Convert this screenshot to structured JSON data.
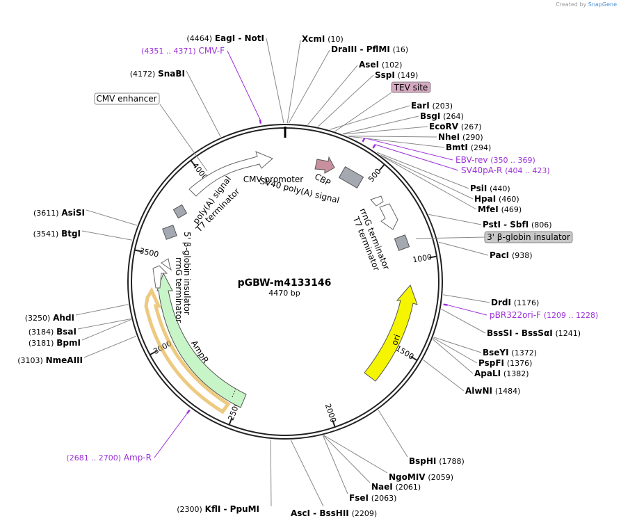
{
  "credit": {
    "prefix": "Created by",
    "brand": "SnapGene"
  },
  "plasmid": {
    "name": "pGBW-m4133146",
    "size_label": "4470 bp",
    "length": 4470
  },
  "ticks": [
    "500",
    "1000",
    "1500",
    "2000",
    "2500",
    "3000",
    "3500",
    "4000"
  ],
  "sites": [
    {
      "pos": 10,
      "name": "XcmI",
      "num": "(10)"
    },
    {
      "pos": 16,
      "name": "DraIII  -  PflMI",
      "num": "(16)"
    },
    {
      "pos": 102,
      "name": "AseI",
      "num": "(102)"
    },
    {
      "pos": 149,
      "name": "SspI",
      "num": "(149)"
    },
    {
      "pos": 203,
      "name": "EarI",
      "num": "(203)"
    },
    {
      "pos": 264,
      "name": "BsgI",
      "num": "(264)"
    },
    {
      "pos": 267,
      "name": "EcoRV",
      "num": "(267)"
    },
    {
      "pos": 290,
      "name": "NheI",
      "num": "(290)"
    },
    {
      "pos": 294,
      "name": "BmtI",
      "num": "(294)"
    },
    {
      "pos": 440,
      "name": "PsiI",
      "num": "(440)"
    },
    {
      "pos": 460,
      "name": "HpaI",
      "num": "(460)"
    },
    {
      "pos": 469,
      "name": "MfeI",
      "num": "(469)"
    },
    {
      "pos": 806,
      "name": "PstI  -  SbfI",
      "num": "(806)"
    },
    {
      "pos": 938,
      "name": "PacI",
      "num": "(938)"
    },
    {
      "pos": 1176,
      "name": "DrdI",
      "num": "(1176)"
    },
    {
      "pos": 1241,
      "name": "BssSI  -  BssSαI",
      "num": "(1241)"
    },
    {
      "pos": 1372,
      "name": "BseYI",
      "num": "(1372)"
    },
    {
      "pos": 1376,
      "name": "PspFI",
      "num": "(1376)"
    },
    {
      "pos": 1382,
      "name": "ApaLI",
      "num": "(1382)"
    },
    {
      "pos": 1484,
      "name": "AlwNI",
      "num": "(1484)"
    },
    {
      "pos": 1788,
      "name": "BspHI",
      "num": "(1788)"
    },
    {
      "pos": 2059,
      "name": "NgoMIV",
      "num": "(2059)"
    },
    {
      "pos": 2061,
      "name": "NaeI",
      "num": "(2061)"
    },
    {
      "pos": 2063,
      "name": "FseI",
      "num": "(2063)"
    },
    {
      "pos": 2209,
      "name": "AscI  -  BssHII",
      "num": "(2209)"
    },
    {
      "pos": 2300,
      "name": "KflI  -  PpuMI",
      "num": "(2300)"
    },
    {
      "pos": 3103,
      "name": "NmeAIII",
      "num": "(3103)"
    },
    {
      "pos": 3181,
      "name": "BpmI",
      "num": "(3181)"
    },
    {
      "pos": 3184,
      "name": "BsaI",
      "num": "(3184)"
    },
    {
      "pos": 3250,
      "name": "AhdI",
      "num": "(3250)"
    },
    {
      "pos": 3541,
      "name": "BtgI",
      "num": "(3541)"
    },
    {
      "pos": 3611,
      "name": "AsiSI",
      "num": "(3611)"
    },
    {
      "pos": 4172,
      "name": "SnaBI",
      "num": "(4172)"
    },
    {
      "pos": 4464,
      "name": "EagI  -  NotI",
      "num": "(4464)"
    }
  ],
  "primers": [
    {
      "pos": 4361,
      "name": "CMV-F",
      "range": "(4351 .. 4371)"
    },
    {
      "pos": 360,
      "name": "EBV-rev",
      "range": "(350 .. 369)"
    },
    {
      "pos": 414,
      "name": "SV40pA-R",
      "range": "(404 .. 423)"
    },
    {
      "pos": 1219,
      "name": "pBR322ori-F",
      "range": "(1209 .. 1228)"
    },
    {
      "pos": 2690,
      "name": "Amp-R",
      "range": "(2681 .. 2700)"
    }
  ],
  "features": [
    {
      "name": "CMV enhancer",
      "kind": "boxed-label"
    },
    {
      "name": "CMV promoter",
      "kind": "arrow"
    },
    {
      "name": "SV40 poly(A) signal",
      "kind": "arrow"
    },
    {
      "name": "poly(A) signal",
      "kind": "arrow"
    },
    {
      "name": "T7 terminator",
      "kind": "box"
    },
    {
      "name": "CBP",
      "kind": "arrow",
      "color": "#c8909e"
    },
    {
      "name": "TEV site",
      "kind": "boxed-label",
      "color": "#d4a8c0"
    },
    {
      "name": "rrnG terminator",
      "kind": "arrow"
    },
    {
      "name": "T7 terminator",
      "kind": "box"
    },
    {
      "name": "3' β-globin insulator",
      "kind": "boxed-label",
      "color": "#c8c8c8"
    },
    {
      "name": "ori",
      "kind": "arrow",
      "color": "#f5f500"
    },
    {
      "name": "AmpR",
      "kind": "arrow",
      "color": "#c8f5c8"
    },
    {
      "name": "5' β-globin insulator",
      "kind": "box"
    },
    {
      "name": "rrnG terminator",
      "kind": "arrow"
    }
  ],
  "colors": {
    "primer": "#9b30d8",
    "backbone": "#222222",
    "enzyme_line": "#888888"
  }
}
